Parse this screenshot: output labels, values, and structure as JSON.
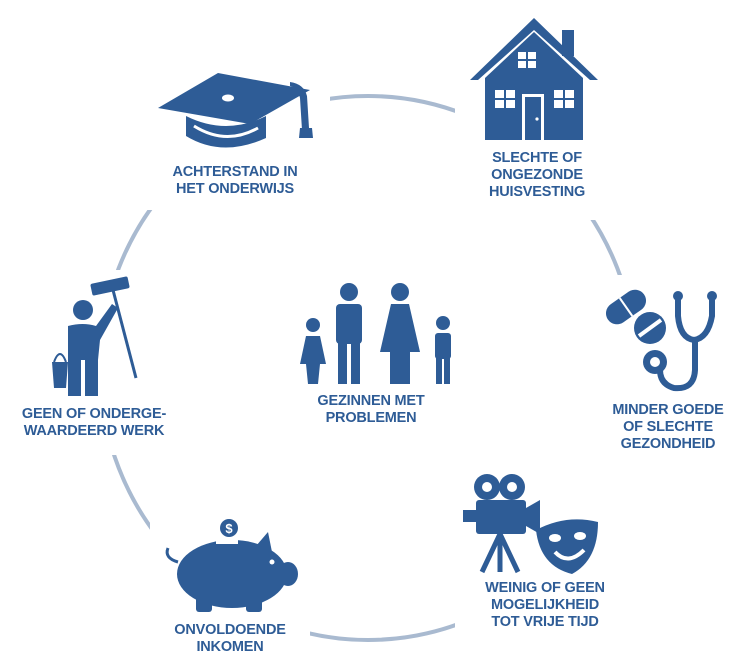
{
  "diagram": {
    "center": {
      "lines": [
        "GEZINNEN MET",
        "PROBLEMEN"
      ],
      "icon": "family-icon"
    },
    "nodes": [
      {
        "id": "education",
        "icon": "graduation-cap-icon",
        "lines": [
          "ACHTERSTAND IN",
          "HET ONDERWIJS"
        ]
      },
      {
        "id": "housing",
        "icon": "house-icon",
        "lines": [
          "SLECHTE OF",
          "ONGEZONDE",
          "HUISVESTING"
        ]
      },
      {
        "id": "health",
        "icon": "pills-stethoscope-icon",
        "lines": [
          "MINDER GOEDE",
          "OF SLECHTE",
          "GEZONDHEID"
        ]
      },
      {
        "id": "leisure",
        "icon": "film-camera-theater-masks-icon",
        "lines": [
          "WEINIG OF GEEN",
          "MOGELIJKHEID",
          "TOT VRIJE TIJD"
        ]
      },
      {
        "id": "income",
        "icon": "piggy-bank-icon",
        "lines": [
          "ONVOLDOENDE",
          "INKOMEN"
        ]
      },
      {
        "id": "work",
        "icon": "painter-worker-icon",
        "lines": [
          "GEEN OF ONDERGE-",
          "WAARDEERD WERK"
        ]
      }
    ],
    "colors": {
      "icon": "#2e5c96",
      "text": "#2e5c96",
      "ring": "#a9bad0"
    }
  }
}
